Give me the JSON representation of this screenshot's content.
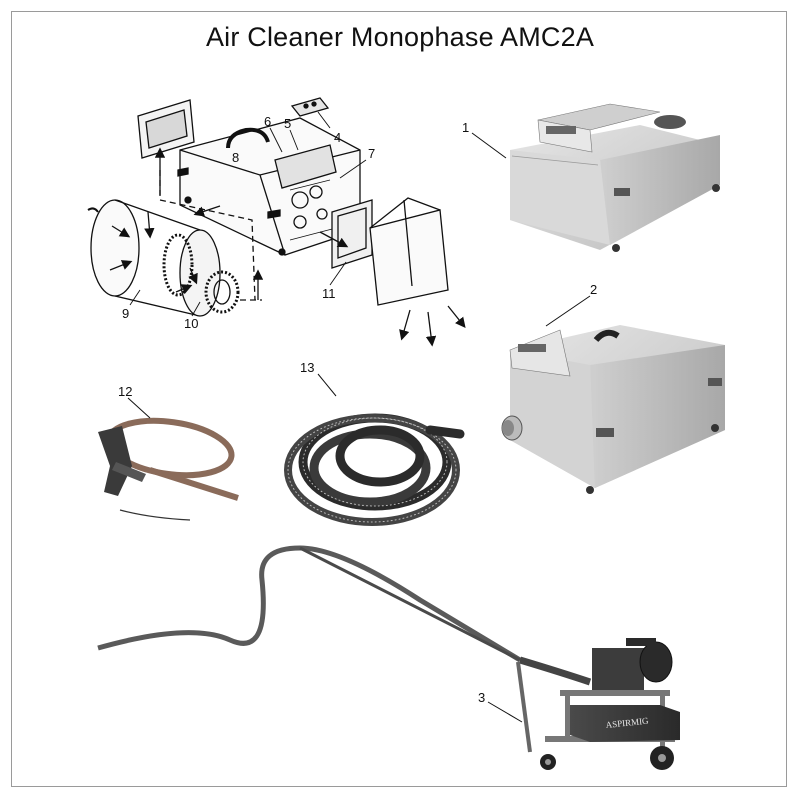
{
  "title": "Air Cleaner Monophase AMC2A",
  "callouts": {
    "n1": "1",
    "n2": "2",
    "n3": "3",
    "n4": "4",
    "n5": "5",
    "n6": "6",
    "n7": "7",
    "n8": "8",
    "n9": "9",
    "n10": "10",
    "n11": "11",
    "n12": "12",
    "n13": "13"
  },
  "brand": "ASPIRMIG"
}
